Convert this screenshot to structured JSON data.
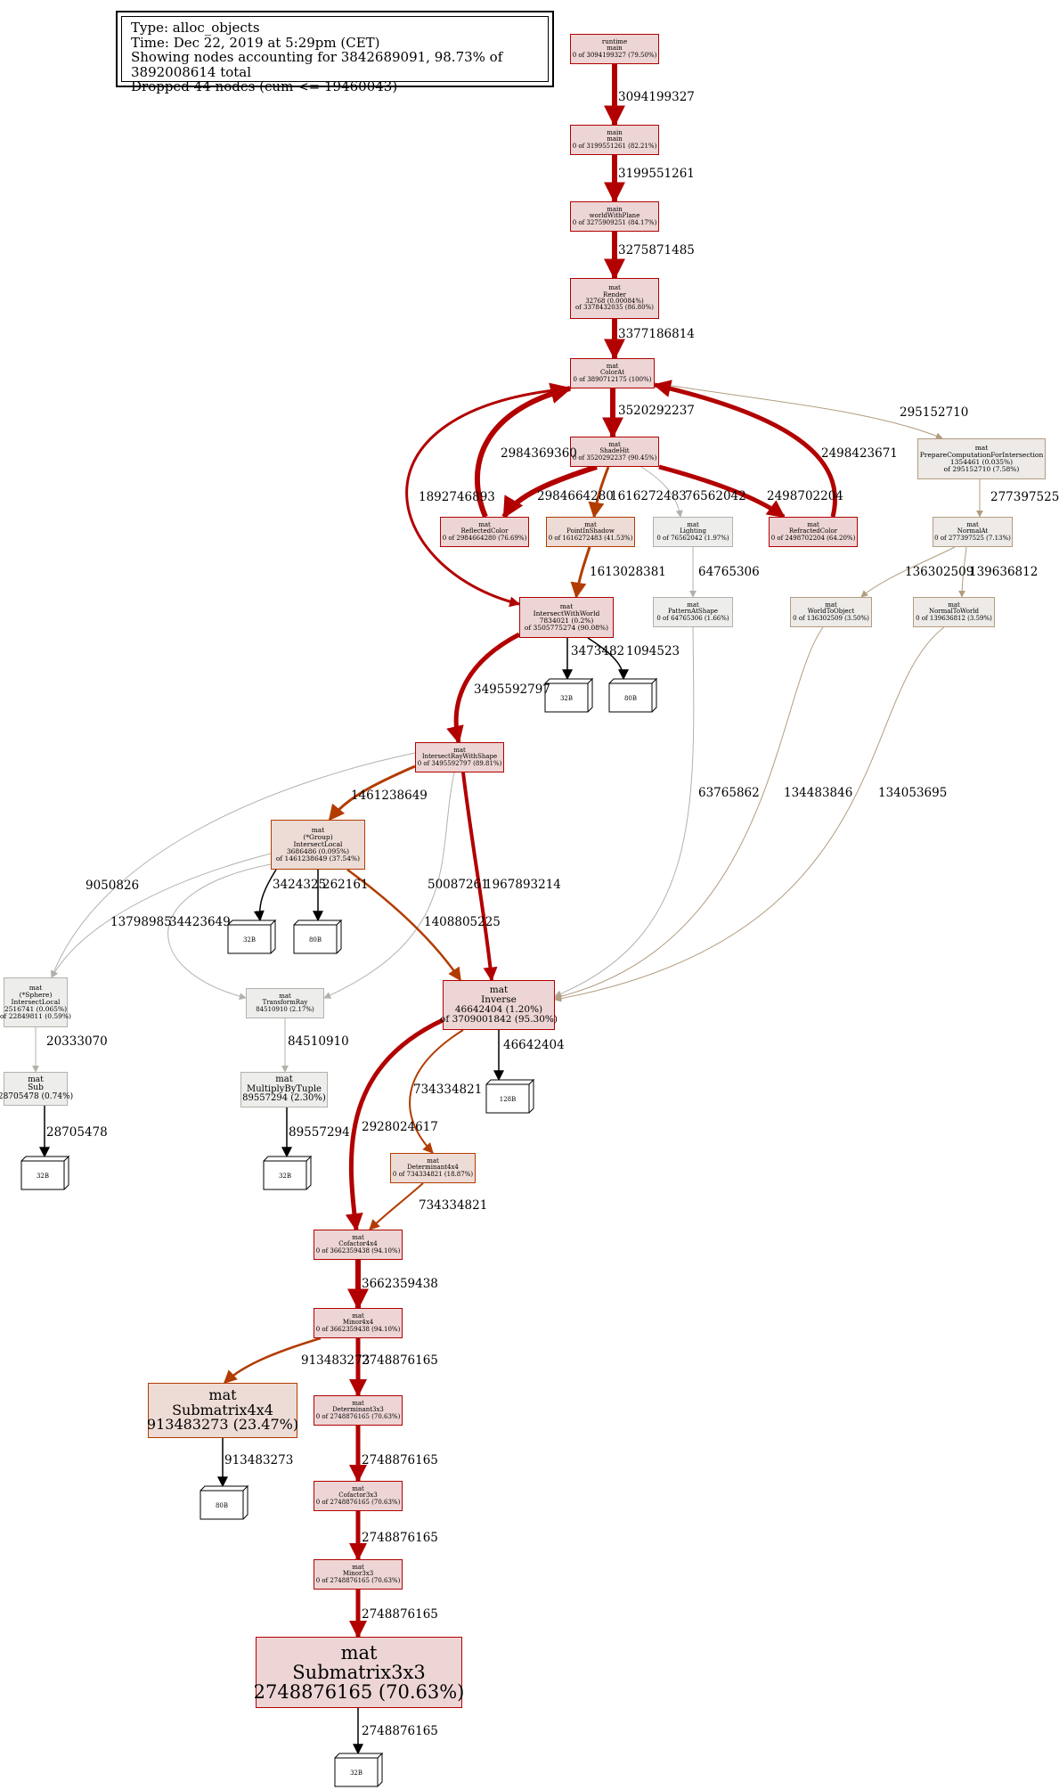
{
  "legend": {
    "type": "Type: alloc_objects",
    "time": "Time: Dec 22, 2019 at 5:29pm (CET)",
    "showing": "Showing nodes accounting for 3842689091, 98.73% of 3892008614 total",
    "dropped": "Dropped 44 nodes (cum <= 19460043)"
  },
  "colors": {
    "hot_fill": "#edd5d5",
    "hot_border": "#b20000",
    "warm_fill": "#eddbd5",
    "warm_border": "#b23c00",
    "cool_fill": "#edecec",
    "cool_border": "#b2b0aa",
    "tan_fill": "#edeae7",
    "tan_border": "#b29d80",
    "grey_fill": "#ededec",
    "grey_border": "#b2b1ab"
  },
  "nodes": [
    {
      "id": "runtime_main",
      "lines": [
        "runtime",
        "main",
        "0 of 3094199327 (79.50%)"
      ],
      "style": "hot"
    },
    {
      "id": "main_main",
      "lines": [
        "main",
        "main",
        "0 of 3199551261 (82.21%)"
      ],
      "style": "hot"
    },
    {
      "id": "worldWithPlane",
      "lines": [
        "main",
        "worldWithPlane",
        "0 of 3275909251 (84.17%)"
      ],
      "style": "hot"
    },
    {
      "id": "Render",
      "lines": [
        "mat",
        "Render",
        "32768 (0.00084%)",
        "of 3378432035 (86.80%)"
      ],
      "style": "hot"
    },
    {
      "id": "ColorAt",
      "lines": [
        "mat",
        "ColorAt",
        "0 of 3890712175 (100%)"
      ],
      "style": "hot"
    },
    {
      "id": "ShadeHit",
      "lines": [
        "mat",
        "ShadeHit",
        "0 of 3520292237 (90.45%)"
      ],
      "style": "hot"
    },
    {
      "id": "PrepareComputation",
      "lines": [
        "mat",
        "PrepareComputationForIntersection",
        "1354461 (0.035%)",
        "of 295152710 (7.58%)"
      ],
      "style": "tan"
    },
    {
      "id": "ReflectedColor",
      "lines": [
        "mat",
        "ReflectedColor",
        "0 of 2984664280 (76.69%)"
      ],
      "style": "hot"
    },
    {
      "id": "PointInShadow",
      "lines": [
        "mat",
        "PointInShadow",
        "0 of 1616272483 (41.53%)"
      ],
      "style": "warm"
    },
    {
      "id": "Lighting",
      "lines": [
        "mat",
        "Lighting",
        "0 of 76562042 (1.97%)"
      ],
      "style": "grey"
    },
    {
      "id": "RefractedColor",
      "lines": [
        "mat",
        "RefractedColor",
        "0 of 2498702204 (64.20%)"
      ],
      "style": "hot"
    },
    {
      "id": "NormalAt",
      "lines": [
        "mat",
        "NormalAt",
        "0 of 277397525 (7.13%)"
      ],
      "style": "tan"
    },
    {
      "id": "IntersectWithWorld",
      "lines": [
        "mat",
        "IntersectWithWorld",
        "7834021 (0.2%)",
        "of 3505775274 (90.08%)"
      ],
      "style": "hot"
    },
    {
      "id": "PatternAtShape",
      "lines": [
        "mat",
        "PatternAtShape",
        "0 of 64765306 (1.66%)"
      ],
      "style": "grey"
    },
    {
      "id": "WorldToObject",
      "lines": [
        "mat",
        "WorldToObject",
        "0 of 136302509 (3.50%)"
      ],
      "style": "tan"
    },
    {
      "id": "NormalToWorld",
      "lines": [
        "mat",
        "NormalToWorld",
        "0 of 139636812 (3.59%)"
      ],
      "style": "tan"
    },
    {
      "id": "IntersectRayWithShape",
      "lines": [
        "mat",
        "IntersectRayWithShape",
        "0 of 3495592797 (89.81%)"
      ],
      "style": "hot"
    },
    {
      "id": "GroupIntersectLocal",
      "lines": [
        "mat",
        "(*Group)",
        "IntersectLocal",
        "3686486 (0.095%)",
        "of 1461238649 (37.54%)"
      ],
      "style": "warm"
    },
    {
      "id": "SphereIntersectLocal",
      "lines": [
        "mat",
        "(*Sphere)",
        "IntersectLocal",
        "2516741 (0.065%)",
        "of 22849811 (0.59%)"
      ],
      "style": "grey"
    },
    {
      "id": "TransformRay",
      "lines": [
        "mat",
        "TransformRay",
        "84510910 (2.17%)"
      ],
      "style": "grey"
    },
    {
      "id": "Inverse",
      "lines": [
        "mat",
        "Inverse",
        "46642404 (1.20%)",
        "of 3709001842 (95.30%)"
      ],
      "style": "hot"
    },
    {
      "id": "Sub",
      "lines": [
        "mat",
        "Sub",
        "28705478 (0.74%)"
      ],
      "style": "grey"
    },
    {
      "id": "MultiplyByTuple",
      "lines": [
        "mat",
        "MultiplyByTuple",
        "89557294 (2.30%)"
      ],
      "style": "grey"
    },
    {
      "id": "Determinant4x4",
      "lines": [
        "mat",
        "Determinant4x4",
        "0 of 734334821 (18.87%)"
      ],
      "style": "warm"
    },
    {
      "id": "Cofactor4x4",
      "lines": [
        "mat",
        "Cofactor4x4",
        "0 of 3662359438 (94.10%)"
      ],
      "style": "hot"
    },
    {
      "id": "Minor4x4",
      "lines": [
        "mat",
        "Minor4x4",
        "0 of 3662359438 (94.10%)"
      ],
      "style": "hot"
    },
    {
      "id": "Submatrix4x4",
      "lines": [
        "mat",
        "Submatrix4x4",
        "913483273 (23.47%)"
      ],
      "style": "warm"
    },
    {
      "id": "Determinant3x3",
      "lines": [
        "mat",
        "Determinant3x3",
        "0 of 2748876165 (70.63%)"
      ],
      "style": "hot"
    },
    {
      "id": "Cofactor3x3",
      "lines": [
        "mat",
        "Cofactor3x3",
        "0 of 2748876165 (70.63%)"
      ],
      "style": "hot"
    },
    {
      "id": "Minor3x3",
      "lines": [
        "mat",
        "Minor3x3",
        "0 of 2748876165 (70.63%)"
      ],
      "style": "hot"
    },
    {
      "id": "Submatrix3x3",
      "lines": [
        "mat",
        "Submatrix3x3",
        "2748876165 (70.63%)"
      ],
      "style": "hot"
    }
  ],
  "leaves": [
    {
      "id": "leaf_iww_32",
      "label": "32B"
    },
    {
      "id": "leaf_iww_80",
      "label": "80B"
    },
    {
      "id": "leaf_grp_32",
      "label": "32B"
    },
    {
      "id": "leaf_grp_80",
      "label": "80B"
    },
    {
      "id": "leaf_inv_128",
      "label": "128B"
    },
    {
      "id": "leaf_sub_32",
      "label": "32B"
    },
    {
      "id": "leaf_mbt_32",
      "label": "32B"
    },
    {
      "id": "leaf_sm4_80",
      "label": "80B"
    },
    {
      "id": "leaf_sm3_32",
      "label": "32B"
    }
  ],
  "edges": [
    {
      "id": "e1",
      "from": "runtime_main",
      "to": "main_main",
      "label": "3094199327",
      "style": "hot"
    },
    {
      "id": "e2",
      "from": "main_main",
      "to": "worldWithPlane",
      "label": "3199551261",
      "style": "hot"
    },
    {
      "id": "e3",
      "from": "worldWithPlane",
      "to": "Render",
      "label": "3275871485",
      "style": "hot"
    },
    {
      "id": "e4",
      "from": "Render",
      "to": "ColorAt",
      "label": "3377186814",
      "style": "hot"
    },
    {
      "id": "e5",
      "from": "ColorAt",
      "to": "ShadeHit",
      "label": "3520292237",
      "style": "hot"
    },
    {
      "id": "e6",
      "from": "ColorAt",
      "to": "PrepareComputation",
      "label": "295152710",
      "style": "tan"
    },
    {
      "id": "e7",
      "from": "ReflectedColor",
      "to": "ColorAt",
      "label": "2984369360",
      "style": "hot"
    },
    {
      "id": "e8",
      "from": "RefractedColor",
      "to": "ColorAt",
      "label": "2498423671",
      "style": "hot"
    },
    {
      "id": "e9",
      "from": "ColorAt",
      "to": "IntersectWithWorld",
      "label": "1892746893",
      "style": "hot"
    },
    {
      "id": "e10",
      "from": "ShadeHit",
      "to": "ReflectedColor",
      "label": "2984664280",
      "style": "hot"
    },
    {
      "id": "e11",
      "from": "ShadeHit",
      "to": "PointInShadow",
      "label": "1616272483",
      "style": "warm"
    },
    {
      "id": "e12",
      "from": "ShadeHit",
      "to": "Lighting",
      "label": "76562042",
      "style": "grey"
    },
    {
      "id": "e13",
      "from": "ShadeHit",
      "to": "RefractedColor",
      "label": "2498702204",
      "style": "hot"
    },
    {
      "id": "e14",
      "from": "PrepareComputation",
      "to": "NormalAt",
      "label": "277397525",
      "style": "tan"
    },
    {
      "id": "e15",
      "from": "PointInShadow",
      "to": "IntersectWithWorld",
      "label": "1613028381",
      "style": "warm"
    },
    {
      "id": "e16",
      "from": "Lighting",
      "to": "PatternAtShape",
      "label": "64765306",
      "style": "grey"
    },
    {
      "id": "e17",
      "from": "NormalAt",
      "to": "WorldToObject",
      "label": "136302509",
      "style": "tan"
    },
    {
      "id": "e18",
      "from": "NormalAt",
      "to": "NormalToWorld",
      "label": "139636812",
      "style": "tan"
    },
    {
      "id": "e19",
      "from": "IntersectWithWorld",
      "to": "leaf_iww_32",
      "label": "3473482",
      "style": "black"
    },
    {
      "id": "e20",
      "from": "IntersectWithWorld",
      "to": "leaf_iww_80",
      "label": "1094523",
      "style": "black"
    },
    {
      "id": "e21",
      "from": "IntersectWithWorld",
      "to": "IntersectRayWithShape",
      "label": "3495592797",
      "style": "hot"
    },
    {
      "id": "e22",
      "from": "IntersectRayWithShape",
      "to": "GroupIntersectLocal",
      "label": "1461238649",
      "style": "warm"
    },
    {
      "id": "e23",
      "from": "IntersectRayWithShape",
      "to": "SphereIntersectLocal",
      "label": "9050826",
      "style": "grey"
    },
    {
      "id": "e24",
      "from": "IntersectRayWithShape",
      "to": "TransformRay",
      "label": "50087261",
      "style": "grey"
    },
    {
      "id": "e25",
      "from": "IntersectRayWithShape",
      "to": "Inverse",
      "label": "1967893214",
      "style": "hot"
    },
    {
      "id": "e26",
      "from": "GroupIntersectLocal",
      "to": "SphereIntersectLocal",
      "label": "13798985",
      "style": "grey"
    },
    {
      "id": "e27",
      "from": "GroupIntersectLocal",
      "to": "TransformRay",
      "label": "34423649",
      "style": "grey"
    },
    {
      "id": "e28",
      "from": "GroupIntersectLocal",
      "to": "leaf_grp_32",
      "label": "3424325",
      "style": "black"
    },
    {
      "id": "e29",
      "from": "GroupIntersectLocal",
      "to": "leaf_grp_80",
      "label": "262161",
      "style": "black"
    },
    {
      "id": "e30",
      "from": "GroupIntersectLocal",
      "to": "Inverse",
      "label": "1408805225",
      "style": "warm"
    },
    {
      "id": "e31",
      "from": "PatternAtShape",
      "to": "Inverse",
      "label": "63765862",
      "style": "grey"
    },
    {
      "id": "e32",
      "from": "WorldToObject",
      "to": "Inverse",
      "label": "134483846",
      "style": "tan"
    },
    {
      "id": "e33",
      "from": "NormalToWorld",
      "to": "Inverse",
      "label": "134053695",
      "style": "tan"
    },
    {
      "id": "e34",
      "from": "SphereIntersectLocal",
      "to": "Sub",
      "label": "20333070",
      "style": "grey"
    },
    {
      "id": "e35",
      "from": "TransformRay",
      "to": "MultiplyByTuple",
      "label": "84510910",
      "style": "grey"
    },
    {
      "id": "e36",
      "from": "Inverse",
      "to": "leaf_inv_128",
      "label": "46642404",
      "style": "black"
    },
    {
      "id": "e37",
      "from": "Inverse",
      "to": "Determinant4x4",
      "label": "734334821",
      "style": "warm"
    },
    {
      "id": "e38",
      "from": "Inverse",
      "to": "Cofactor4x4",
      "label": "2928024617",
      "style": "hot"
    },
    {
      "id": "e39",
      "from": "Sub",
      "to": "leaf_sub_32",
      "label": "28705478",
      "style": "black"
    },
    {
      "id": "e40",
      "from": "MultiplyByTuple",
      "to": "leaf_mbt_32",
      "label": "89557294",
      "style": "black"
    },
    {
      "id": "e41",
      "from": "Determinant4x4",
      "to": "Cofactor4x4",
      "label": "734334821",
      "style": "warm"
    },
    {
      "id": "e42",
      "from": "Cofactor4x4",
      "to": "Minor4x4",
      "label": "3662359438",
      "style": "hot"
    },
    {
      "id": "e43",
      "from": "Minor4x4",
      "to": "Submatrix4x4",
      "label": "913483273",
      "style": "warm"
    },
    {
      "id": "e44",
      "from": "Minor4x4",
      "to": "Determinant3x3",
      "label": "2748876165",
      "style": "hot"
    },
    {
      "id": "e45",
      "from": "Submatrix4x4",
      "to": "leaf_sm4_80",
      "label": "913483273",
      "style": "black"
    },
    {
      "id": "e46",
      "from": "Determinant3x3",
      "to": "Cofactor3x3",
      "label": "2748876165",
      "style": "hot"
    },
    {
      "id": "e47",
      "from": "Cofactor3x3",
      "to": "Minor3x3",
      "label": "2748876165",
      "style": "hot"
    },
    {
      "id": "e48",
      "from": "Minor3x3",
      "to": "Submatrix3x3",
      "label": "2748876165",
      "style": "hot"
    },
    {
      "id": "e49",
      "from": "Submatrix3x3",
      "to": "leaf_sm3_32",
      "label": "2748876165",
      "style": "black"
    }
  ]
}
